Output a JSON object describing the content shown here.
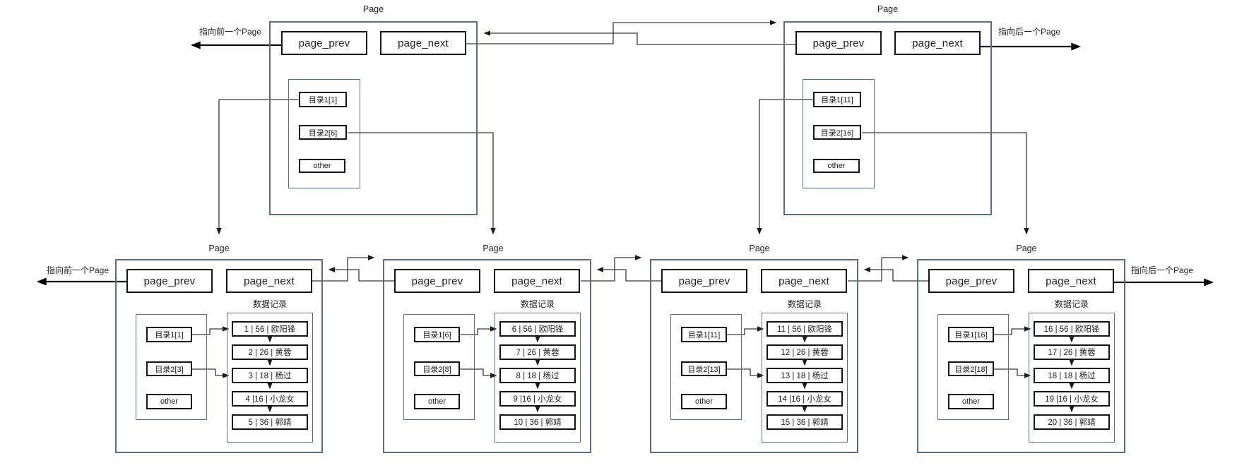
{
  "labels": {
    "page_title": "Page",
    "prev_label": "指向前一个Page",
    "next_label": "指向后一个Page",
    "page_prev": "page_prev",
    "page_next": "page_next",
    "other": "other",
    "data_records_title": "数据记录"
  },
  "colors": {
    "page_border": "#5d6c81",
    "box_border": "#141414",
    "line": "#3a3a3a",
    "background": "#ffffff"
  },
  "top_pages": [
    {
      "dir1": "目录1[1]",
      "dir2": "目录2[6]"
    },
    {
      "dir1": "目录1[11]",
      "dir2": "目录2[16]"
    }
  ],
  "bottom_pages": [
    {
      "dir1": "目录1[1]",
      "dir2": "目录2[3]",
      "records": [
        "1 | 56 | 欧阳锋",
        "2 | 26 | 黄蓉",
        "3 | 18 | 杨过",
        "4 |16 | 小龙女",
        "5 | 36 | 郭靖"
      ]
    },
    {
      "dir1": "目录1[6]",
      "dir2": "目录2[8]",
      "records": [
        "6 | 56 | 欧阳锋",
        "7 | 26 | 黄蓉",
        "8 | 18 | 杨过",
        "9 |16 | 小龙女",
        "10 | 36 | 郭靖"
      ]
    },
    {
      "dir1": "目录1[11]",
      "dir2": "目录2[13]",
      "records": [
        "11 | 56 | 欧阳锋",
        "12 | 26 | 黄蓉",
        "13 | 18 | 杨过",
        "14 |16 | 小龙女",
        "15 | 36 | 郭靖"
      ]
    },
    {
      "dir1": "目录1[16]",
      "dir2": "目录2[18]",
      "records": [
        "16 | 56 | 欧阳锋",
        "17 | 26 | 黄蓉",
        "18 | 18 | 杨过",
        "19 |16 | 小龙女",
        "20 | 36 | 郭靖"
      ]
    }
  ]
}
